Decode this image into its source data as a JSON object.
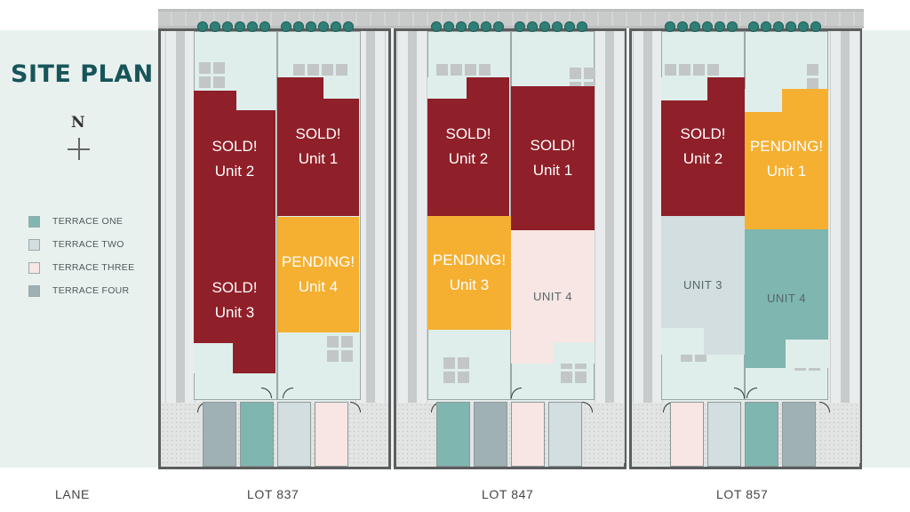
{
  "title": "SITE PLAN",
  "north": "N",
  "legend": [
    {
      "label": "TERRACE ONE",
      "color": "#7fb6b0"
    },
    {
      "label": "TERRACE TWO",
      "color": "#d3dee0"
    },
    {
      "label": "TERRACE THREE",
      "color": "#f7e6e4"
    },
    {
      "label": "TERRACE FOUR",
      "color": "#9fb1b5"
    }
  ],
  "colors": {
    "sold": "#8f1f29",
    "pending": "#f5b032",
    "terrace_one": "#7fb6b0",
    "terrace_two": "#d3dee0",
    "terrace_three": "#f7e6e4",
    "terrace_four": "#9fb1b5"
  },
  "lane_label": "LANE",
  "lots": [
    {
      "label": "LOT 837",
      "units": [
        {
          "id": "u2",
          "line1": "SOLD!",
          "line2": "Unit 2",
          "status": "sold"
        },
        {
          "id": "u1",
          "line1": "SOLD!",
          "line2": "Unit 1",
          "status": "sold"
        },
        {
          "id": "u3",
          "line1": "SOLD!",
          "line2": "Unit 3",
          "status": "sold"
        },
        {
          "id": "u4",
          "line1": "PENDING!",
          "line2": "Unit 4",
          "status": "pending"
        }
      ],
      "garages": [
        "terrace_four",
        "terrace_one",
        "terrace_two",
        "terrace_three"
      ]
    },
    {
      "label": "LOT 847",
      "units": [
        {
          "id": "u2",
          "line1": "SOLD!",
          "line2": "Unit 2",
          "status": "sold"
        },
        {
          "id": "u1",
          "line1": "SOLD!",
          "line2": "Unit 1",
          "status": "sold"
        },
        {
          "id": "u3",
          "line1": "PENDING!",
          "line2": "Unit 3",
          "status": "pending"
        },
        {
          "id": "u4",
          "line1": "UNIT 4",
          "line2": "",
          "status": "terrace_three"
        }
      ],
      "garages": [
        "terrace_one",
        "terrace_four",
        "terrace_three",
        "terrace_two"
      ]
    },
    {
      "label": "LOT 857",
      "units": [
        {
          "id": "u2",
          "line1": "SOLD!",
          "line2": "Unit 2",
          "status": "sold"
        },
        {
          "id": "u1",
          "line1": "PENDING!",
          "line2": "Unit 1",
          "status": "pending"
        },
        {
          "id": "u3",
          "line1": "UNIT 3",
          "line2": "",
          "status": "terrace_two"
        },
        {
          "id": "u4",
          "line1": "UNIT 4",
          "line2": "",
          "status": "terrace_one"
        }
      ],
      "garages": [
        "terrace_three",
        "terrace_two",
        "terrace_one",
        "terrace_four"
      ]
    }
  ]
}
